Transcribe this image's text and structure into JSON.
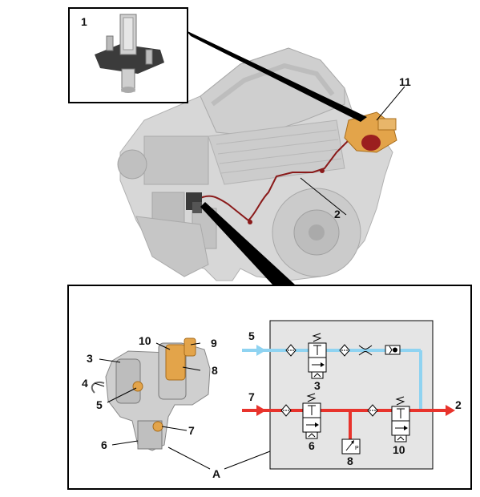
{
  "labels": {
    "inset_top": "1",
    "part_11": "11",
    "part_2": "2",
    "valve_10": "10",
    "valve_9": "9",
    "valve_3": "3",
    "valve_8": "8",
    "valve_4": "4",
    "valve_5": "5",
    "valve_7": "7",
    "valve_6": "6",
    "group_a": "A",
    "sch_in_5": "5",
    "sch_in_7": "7",
    "sch_out_2": "2",
    "sch_v3": "3",
    "sch_v6": "6",
    "sch_v8": "8",
    "sch_v10": "10",
    "sch_p": "P"
  },
  "colors": {
    "air_blue": "#8fd3f1",
    "supply_red": "#e8332c",
    "engine_grey": "#c8c8c8",
    "component_orange": "#e3a44a",
    "pipe_darkred": "#8a1a1a"
  }
}
